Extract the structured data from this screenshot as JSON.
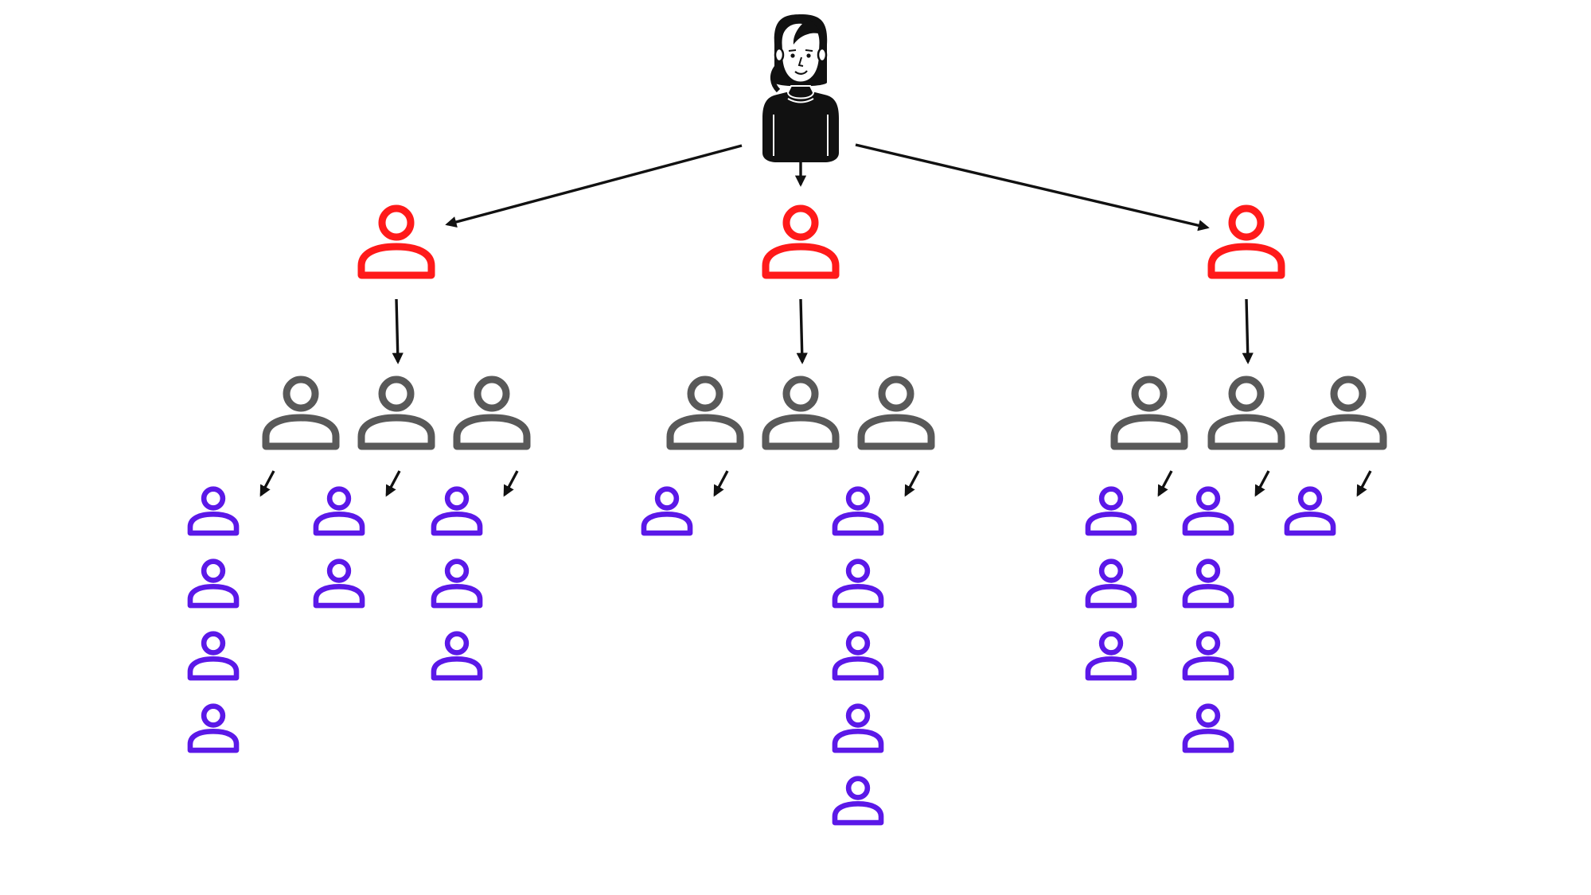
{
  "diagram": {
    "type": "referral-hierarchy-tree",
    "colors": {
      "background": "#ffffff",
      "root": "#111111",
      "level1": "#ff1a1a",
      "level2": "#595959",
      "level3": "#5b18e8",
      "arrow": "#111111"
    },
    "root": {
      "icon": "person-illustration-icon",
      "children": [
        {
          "icon": "user-outline-icon",
          "children": [
            {
              "icon": "user-outline-icon",
              "leaf_count": 4
            },
            {
              "icon": "user-outline-icon",
              "leaf_count": 2
            },
            {
              "icon": "user-outline-icon",
              "leaf_count": 3
            }
          ]
        },
        {
          "icon": "user-outline-icon",
          "children": [
            {
              "icon": "user-outline-icon",
              "leaf_count": 1
            },
            {
              "icon": "user-outline-icon",
              "leaf_count": 0
            },
            {
              "icon": "user-outline-icon",
              "leaf_count": 5
            }
          ]
        },
        {
          "icon": "user-outline-icon",
          "children": [
            {
              "icon": "user-outline-icon",
              "leaf_count": 3
            },
            {
              "icon": "user-outline-icon",
              "leaf_count": 4
            },
            {
              "icon": "user-outline-icon",
              "leaf_count": 1
            }
          ]
        }
      ]
    }
  }
}
